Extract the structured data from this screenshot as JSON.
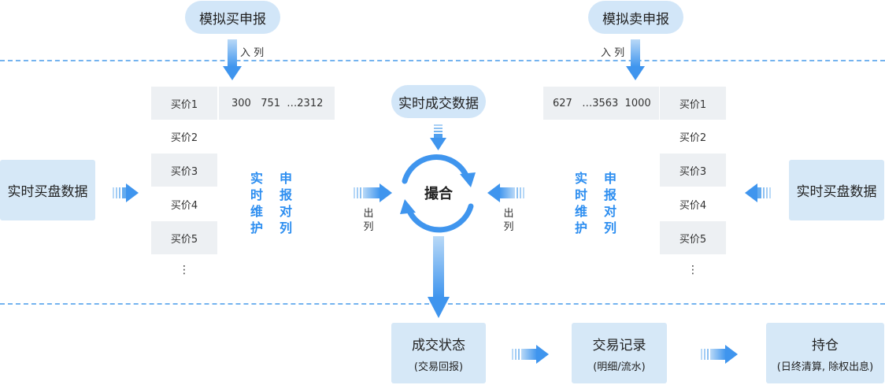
{
  "top_left_pill": "模拟买申报",
  "top_right_pill": "模拟卖申报",
  "enqueue_label": "入 列",
  "realtime_trade_pill": "实时成交数据",
  "match_label": "撮合",
  "dequeue_label": "出列",
  "left_source": "实时买盘数据",
  "right_source": "实时买盘数据",
  "left_queue": {
    "rows": [
      "买价1",
      "买价2",
      "买价3",
      "买价4",
      "买价5"
    ],
    "more": "⋮",
    "first_values": "300   751  …2312"
  },
  "right_queue": {
    "rows": [
      "买价1",
      "买价2",
      "买价3",
      "买价4",
      "买价5"
    ],
    "more": "⋮",
    "first_values": "627   …3563  1000"
  },
  "maintain_queue_col1": "实时维护",
  "maintain_queue_col2": "申报对列",
  "bottom_boxes": [
    {
      "title": "成交状态",
      "sub": "(交易回报)"
    },
    {
      "title": "交易记录",
      "sub": "(明细/流水)"
    },
    {
      "title": "持仓",
      "sub": "(日终清算, 除权出息)"
    }
  ],
  "colors": {
    "accent": "#2d8ef0",
    "pill": "#d2e6f8",
    "box": "#d6e8f7",
    "grey_cell": "#edf0f3",
    "dash": "#74b3ef"
  }
}
